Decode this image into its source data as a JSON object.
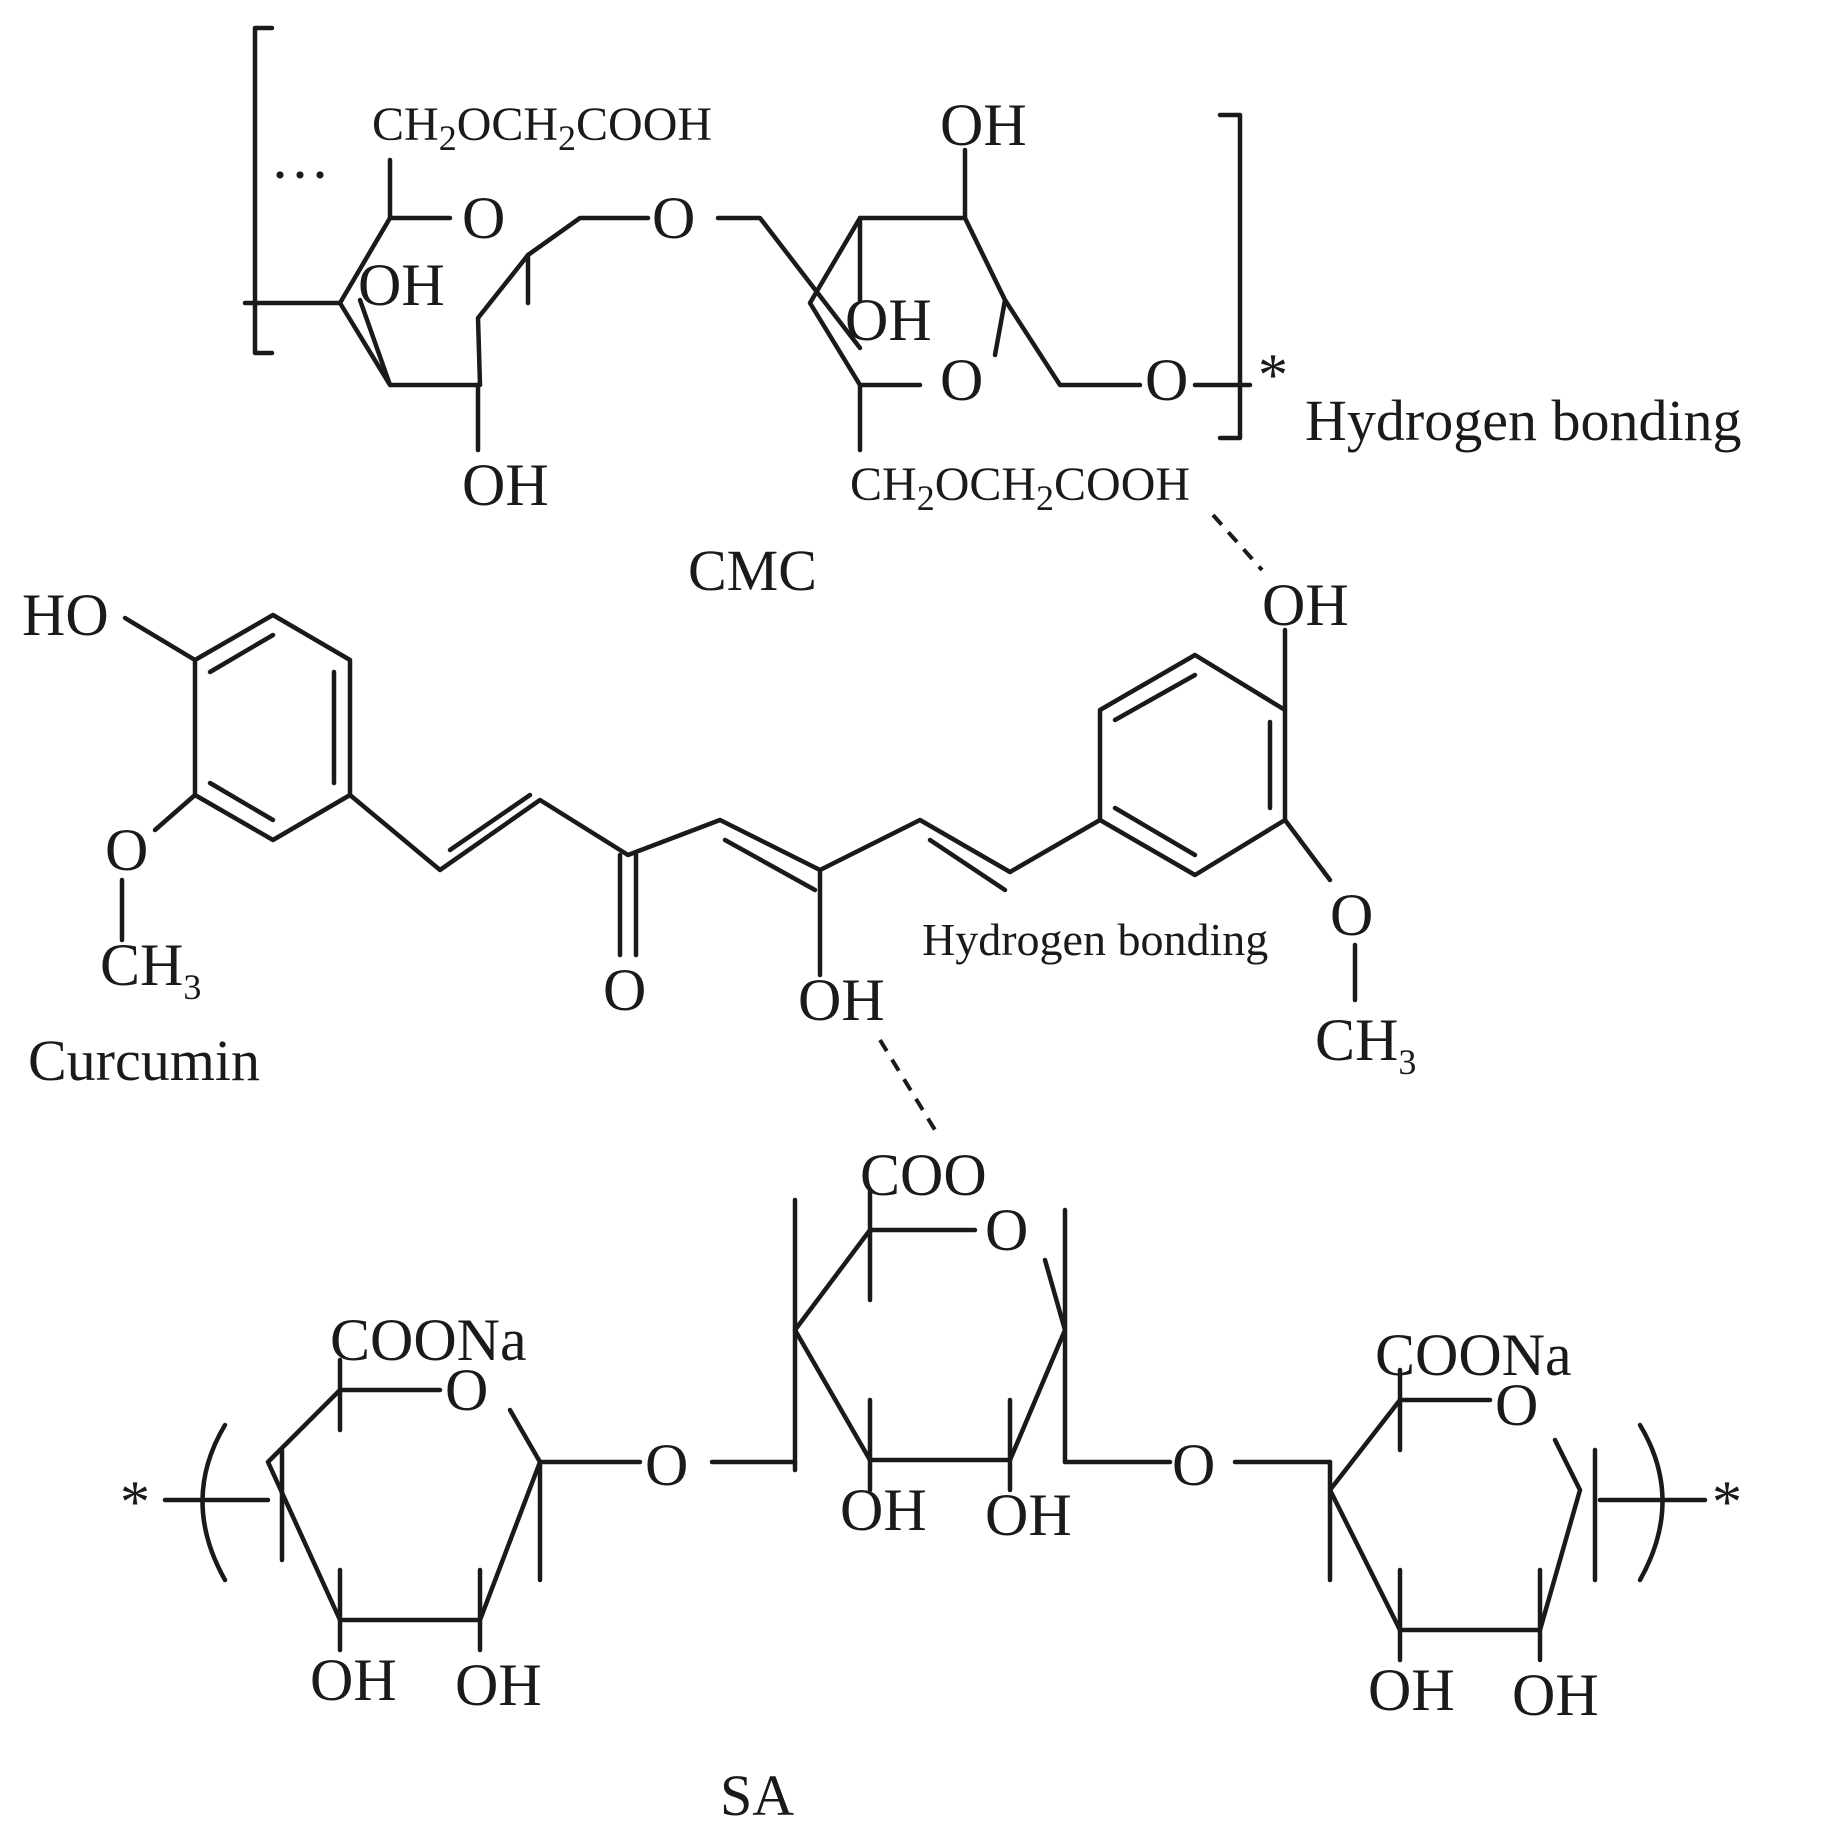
{
  "labels": {
    "cmc": "CMC",
    "curcumin": "Curcumin",
    "sa": "SA",
    "hbond_top": "Hydrogen bonding",
    "hbond_mid": "Hydrogen bonding"
  },
  "atoms": {
    "ellipsis": "···",
    "star": "*",
    "O": "O",
    "OH": "OH",
    "HO": "HO",
    "CH": "CH",
    "three": "3",
    "two": "2",
    "ch2_prefix": "CH",
    "och_mid": "OCH",
    "cooh_end": "COOH",
    "coo": "COO",
    "coona": "COONa"
  }
}
